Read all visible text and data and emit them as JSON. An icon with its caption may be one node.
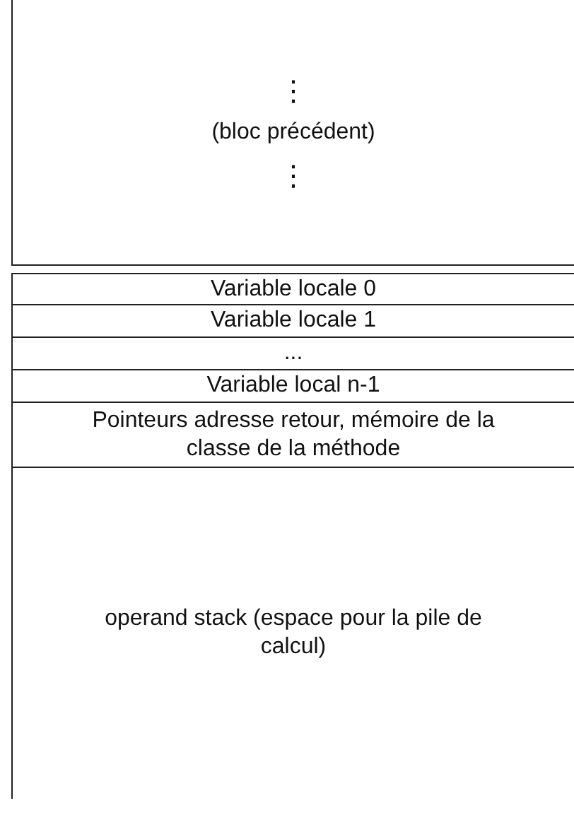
{
  "diagram": {
    "nodes": [
      {
        "text": [
          "⋮",
          "(bloc précédent)",
          "⋮"
        ]
      },
      {
        "text": [
          "Variable locale 0"
        ]
      },
      {
        "text": [
          "Variable locale 1"
        ]
      },
      {
        "text": [
          "..."
        ]
      },
      {
        "text": [
          "Variable local n-1"
        ]
      },
      {
        "text": [
          "Pointeurs adresse retour, mémoire de la classe de la méthode"
        ]
      },
      {
        "text": [
          "operand stack (espace pour la pile de calcul)"
        ]
      }
    ]
  }
}
